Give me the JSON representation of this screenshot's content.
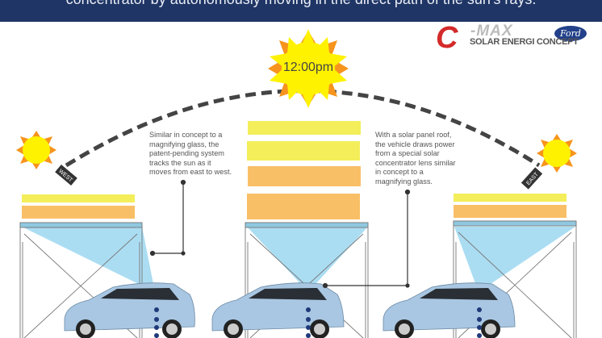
{
  "header": {
    "text": "concentrator by autonomously moving in the direct path of the sun's rays."
  },
  "logo": {
    "c": "C",
    "max": "-MAX",
    "ford": "Ford",
    "subtitle": "SOLAR ENERGI CONCEPT"
  },
  "sun": {
    "time_label": "12:00pm"
  },
  "directions": {
    "west": "WEST",
    "east": "EAST"
  },
  "callouts": {
    "left": "Similar in concept to a magnifying glass, the patent-pending system tracks the sun as it moves from east to west.",
    "right": "With a solar panel roof, the vehicle draws power from a special solar concentrator lens similar in concept to a magnifying glass."
  },
  "colors": {
    "header": "#1f3565",
    "yellow": "#f3ee5a",
    "orange": "#f9bf66",
    "beam": "#a6dbf1",
    "sun": "#fff200",
    "sun_rays": "#f7941d",
    "car": "#a9c7e2"
  }
}
